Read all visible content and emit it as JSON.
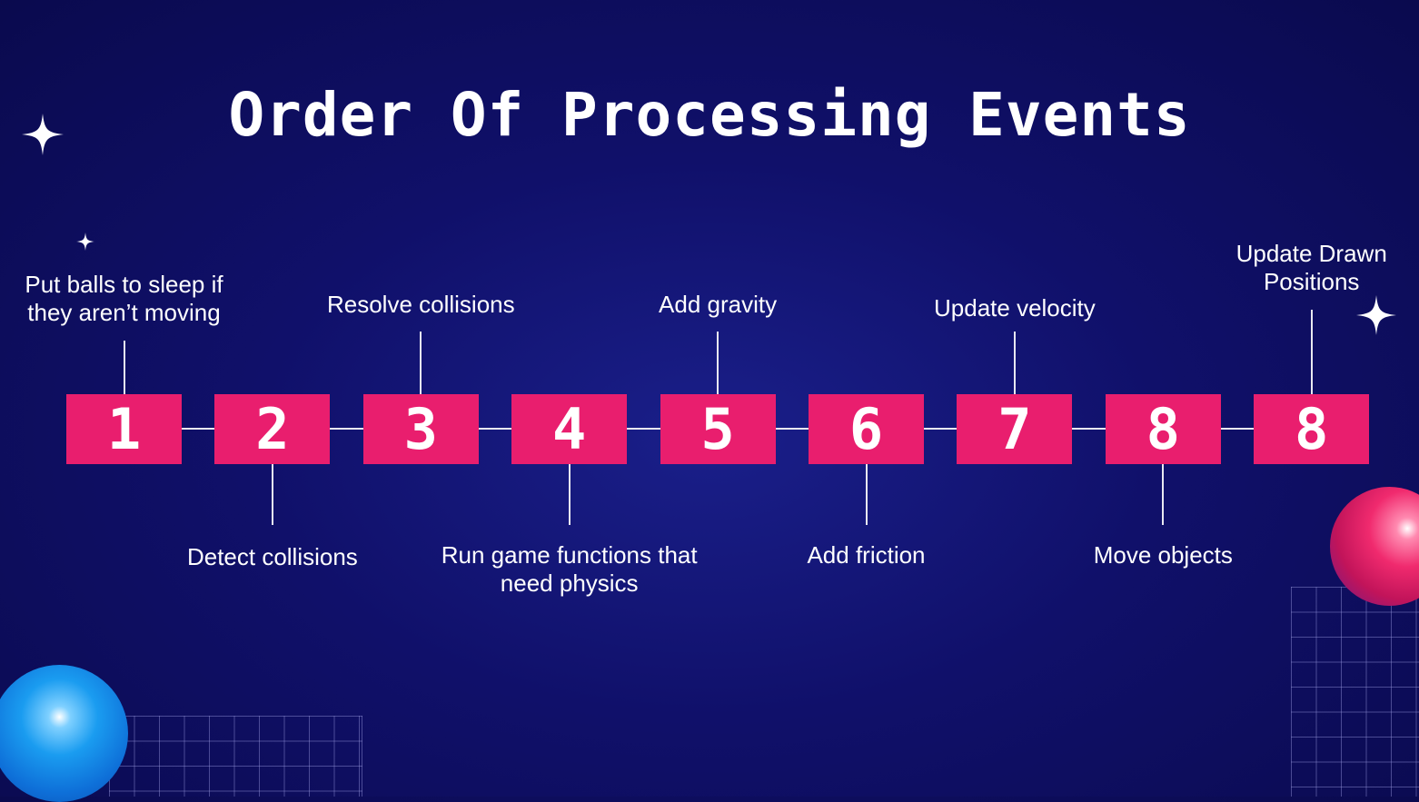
{
  "title": "Order Of Processing Events",
  "colors": {
    "background": "#0c0c5c",
    "step_box": "#e91e6e",
    "line": "#e8e8f0",
    "text": "#ffffff"
  },
  "steps": [
    {
      "number": "1",
      "label": "Put balls to sleep if they aren’t moving",
      "label_side": "top"
    },
    {
      "number": "2",
      "label": "Detect collisions",
      "label_side": "bottom"
    },
    {
      "number": "3",
      "label": "Resolve collisions",
      "label_side": "top"
    },
    {
      "number": "4",
      "label": "Run game functions that need physics",
      "label_side": "bottom"
    },
    {
      "number": "5",
      "label": "Add gravity",
      "label_side": "top"
    },
    {
      "number": "6",
      "label": "Add friction",
      "label_side": "bottom"
    },
    {
      "number": "7",
      "label": "Update velocity",
      "label_side": "top"
    },
    {
      "number": "8",
      "label": "Move objects",
      "label_side": "bottom"
    },
    {
      "number": "8",
      "label": "Update Drawn Positions",
      "label_side": "top"
    }
  ],
  "decorations": [
    "sparkle-icon",
    "sparkle-icon",
    "sparkle-icon",
    "blue-sphere",
    "pink-sphere",
    "grid-pattern"
  ]
}
